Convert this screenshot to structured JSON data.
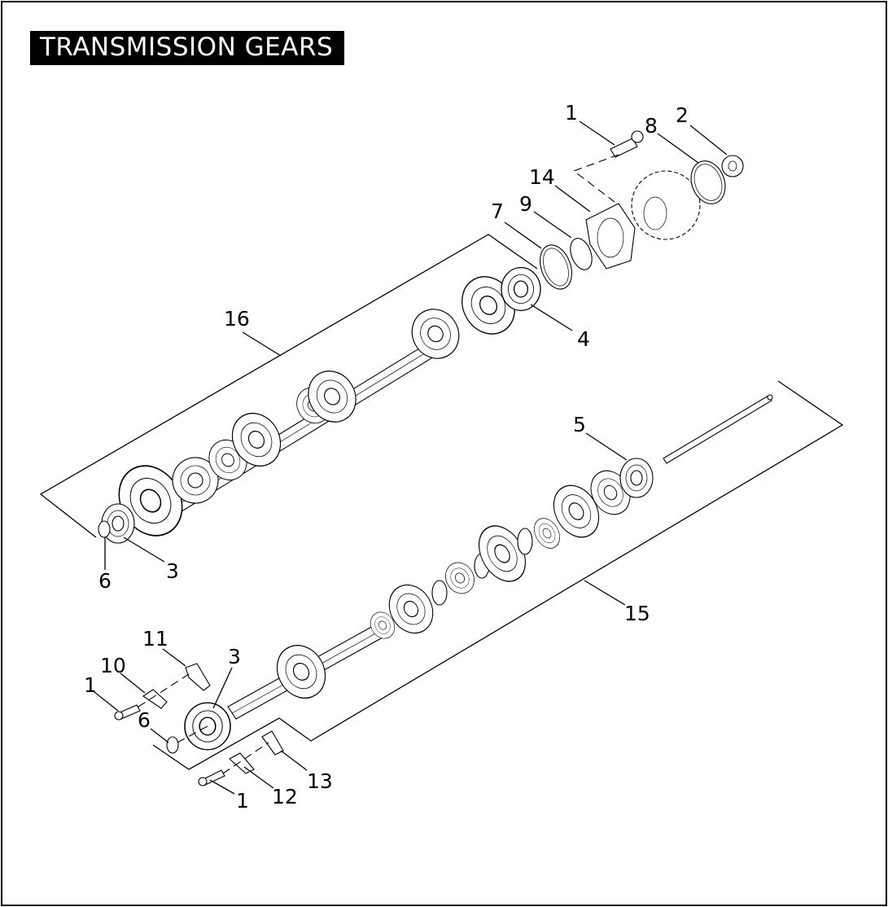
{
  "title": "TRANSMISSION GEARS",
  "callouts": {
    "c1a": "1",
    "c2": "2",
    "c8": "8",
    "c14": "14",
    "c9": "9",
    "c7": "7",
    "c16": "16",
    "c4": "4",
    "c5": "5",
    "c6a": "6",
    "c3a": "3",
    "c15": "15",
    "c11": "11",
    "c10": "10",
    "c1b": "1",
    "c3b": "3",
    "c6b": "6",
    "c13": "13",
    "c12": "12",
    "c1c": "1"
  },
  "colors": {
    "line": "#000000",
    "background": "#ffffff",
    "title_bg": "#000000",
    "title_text": "#ffffff"
  }
}
